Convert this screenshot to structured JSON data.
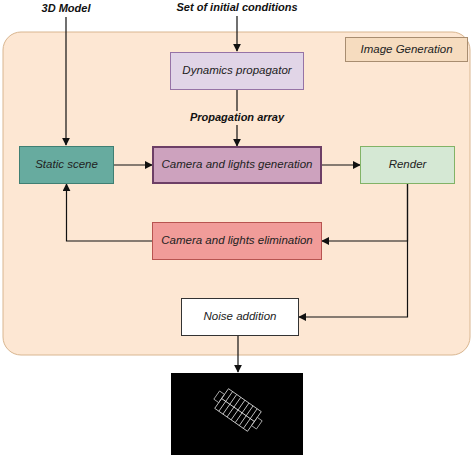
{
  "diagram": {
    "nodes": [
      {
        "text": [
          "Image Generation"
        ]
      },
      {
        "text": [
          "Dynamics propagator"
        ],
        "in": 0
      },
      {
        "text": [
          "Static scene"
        ],
        "in": 0
      },
      {
        "text": [
          "Camera and lights generation"
        ],
        "in": 0
      },
      {
        "text": [
          "Render"
        ],
        "in": 0
      },
      {
        "text": [
          "Camera and lights elimination"
        ],
        "in": 0
      },
      {
        "text": [
          "Noise addition"
        ],
        "in": 0
      }
    ],
    "edges": [
      {
        "from": 1,
        "to": 3,
        "arrow": "to",
        "label": "Propagation array"
      },
      {
        "from": 2,
        "to": 3,
        "arrow": "to"
      },
      {
        "from": 3,
        "to": 4,
        "arrow": "to"
      },
      {
        "from": 4,
        "to": 5,
        "arrow": "to"
      },
      {
        "from": 4,
        "to": 6,
        "arrow": "to"
      },
      {
        "from": 5,
        "to": 2,
        "arrow": "to"
      }
    ],
    "labels": [
      "3D Model",
      "Set of initial conditions"
    ]
  }
}
